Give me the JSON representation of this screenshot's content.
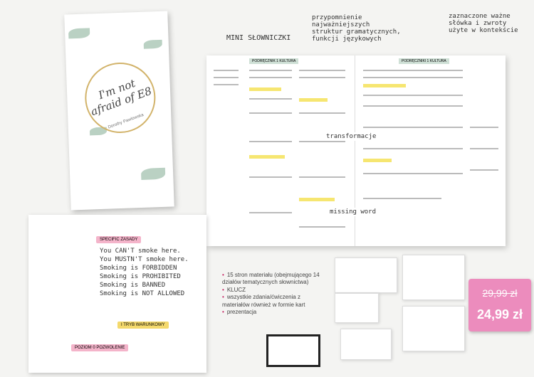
{
  "cover": {
    "title": "I'm not afraid of E8",
    "subtitle": "Dorothy Pawlowska"
  },
  "annotations": {
    "mini": "MINI SŁOWNICZKI",
    "structures": "przypomnienie najważniejszych struktur gramatycznych, funkcji językowych",
    "context": "zaznaczone ważne słówka i zwroty użyte w kontekście",
    "transform": "transformacje",
    "missing": "missing word"
  },
  "book": {
    "left_header": "PODRĘCZNIK 1 KULTURA",
    "right_header": "PODRĘCZNIKI 1 KULTURA"
  },
  "note": {
    "tag1": "SPECIFIC ZASADY",
    "tag2": "I TRYB WARUNKOWY",
    "tag3": "POZIOM 0 POZWOLENIE",
    "rows": [
      "You CAN'T smoke here.",
      "You MUSTN'T smoke here.",
      "Smoking is FORBIDDEN",
      "Smoking is PROHIBITED",
      "Smoking is BANNED",
      "Smoking is NOT ALLOWED"
    ]
  },
  "bullets": [
    "15 stron materiału (obejmującego 14 działów tematycznych słownictwa)",
    "KLUCZ",
    "wszystkie zdania/ćwiczenia z materiałów również w formie kart",
    "prezentacja"
  ],
  "price": {
    "old": "29,99 zł",
    "new": "24,99 zł"
  }
}
